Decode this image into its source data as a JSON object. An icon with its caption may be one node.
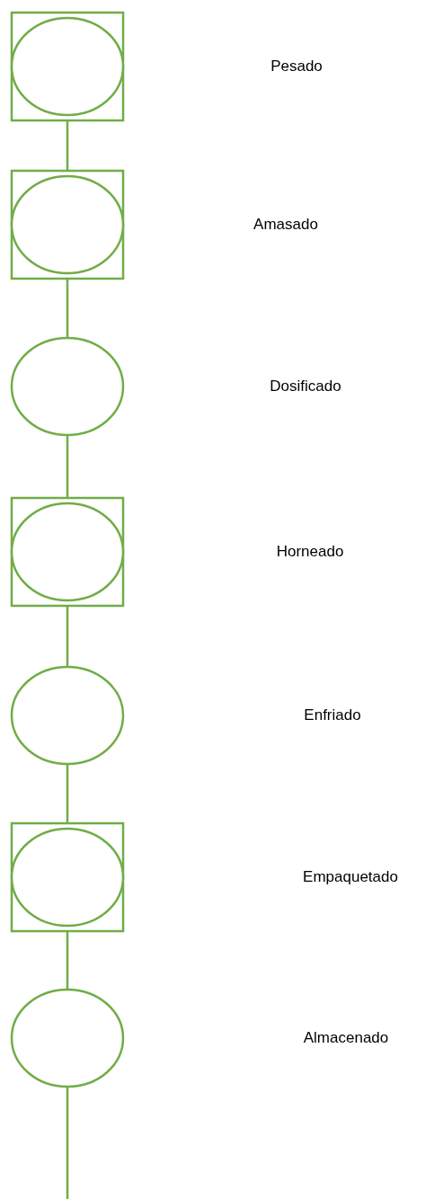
{
  "diagram": {
    "nodes": [
      {
        "text": [],
        "shape": "box"
      },
      {
        "text": [],
        "shape": "box"
      },
      {
        "text": [],
        "shape": "circle"
      },
      {
        "text": [],
        "shape": "box"
      },
      {
        "text": [],
        "shape": "circle"
      },
      {
        "text": [],
        "shape": "box"
      },
      {
        "text": [],
        "shape": "circle"
      }
    ],
    "edges": [
      {
        "from": 0,
        "to": 1,
        "arrow": "none"
      },
      {
        "from": 1,
        "to": 2,
        "arrow": "none"
      },
      {
        "from": 2,
        "to": 3,
        "arrow": "none"
      },
      {
        "from": 3,
        "to": 4,
        "arrow": "none"
      },
      {
        "from": 4,
        "to": 5,
        "arrow": "none"
      },
      {
        "from": 5,
        "to": 6,
        "arrow": "none"
      },
      {
        "from": 6,
        "to": null,
        "arrow": "none"
      }
    ],
    "labels": [
      "Pesado",
      "Amasado",
      "Dosificado",
      "Horneado",
      "Enfriado",
      "Empaquetado",
      "Almacenado"
    ]
  }
}
